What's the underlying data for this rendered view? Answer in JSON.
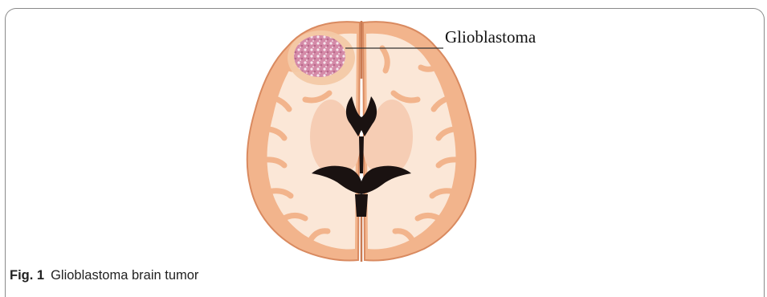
{
  "figure": {
    "label": "Glioblastoma",
    "caption_number": "Fig. 1",
    "caption_text": "Glioblastoma brain tumor"
  },
  "colors": {
    "cortex": "#f2b48c",
    "cortex_outline": "#d98a60",
    "white_matter": "#fbe7d7",
    "deep_nuclei": "#f6cdb4",
    "ventricle": "#1a1211",
    "tumor_core": "#d88fb0",
    "tumor_halo": "#f3c9a6",
    "pointer_line": "#333333"
  }
}
